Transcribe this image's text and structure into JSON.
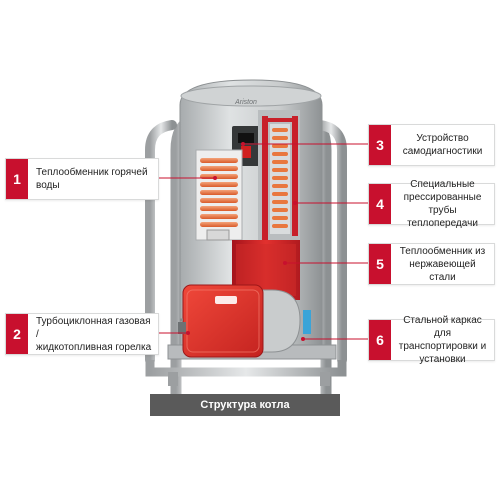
{
  "diagram": {
    "brand_mark": "Ariston",
    "caption": "Структура котла",
    "callouts": [
      {
        "num": "1",
        "text": "Теплообменник горячей\nводы"
      },
      {
        "num": "2",
        "text": "Турбоциклонная газовая /\nжидкотопливная горелка"
      },
      {
        "num": "3",
        "text": "Устройство\nсамодиагностики"
      },
      {
        "num": "4",
        "text": "Специальные\nпрессированные трубы\nтеплопередачи"
      },
      {
        "num": "5",
        "text": "Теплообменник из\nнержавеющей стали"
      },
      {
        "num": "6",
        "text": "Стальной каркас для\nтранспортировки и\nустановки"
      }
    ],
    "colors": {
      "accent": "#c8102e",
      "caption_bg": "#5a5a5a",
      "leader": "#c8102e"
    }
  }
}
